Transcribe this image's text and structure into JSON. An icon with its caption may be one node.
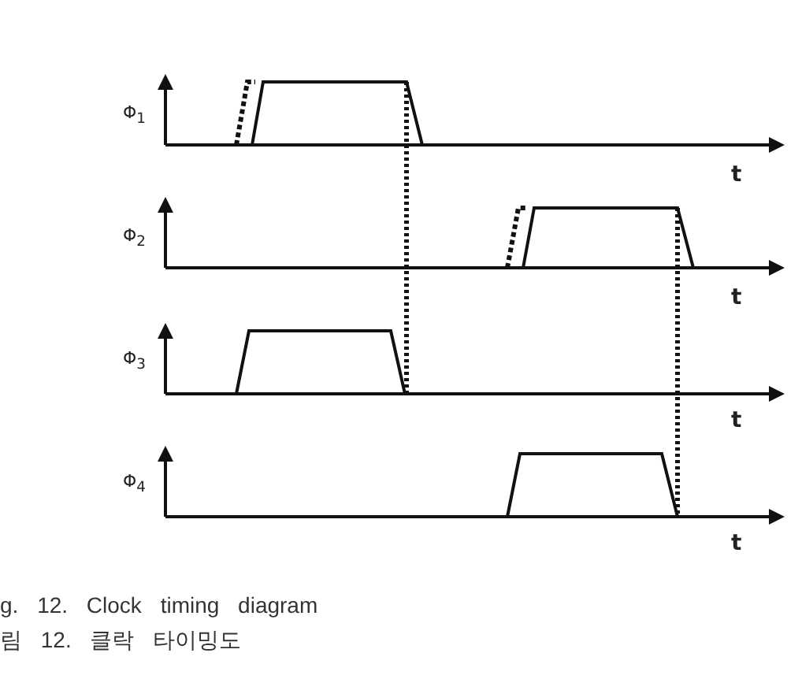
{
  "diagram": {
    "labels": [
      "Φ$_{1}$",
      "t",
      "Φ$_{2}$",
      "t",
      "Φ$_{3}$",
      "t",
      "Φ$_{4}$",
      "t",
      "g. 12. Clock timing diagram",
      "림 12. 클락 타이밍도"
    ]
  }
}
